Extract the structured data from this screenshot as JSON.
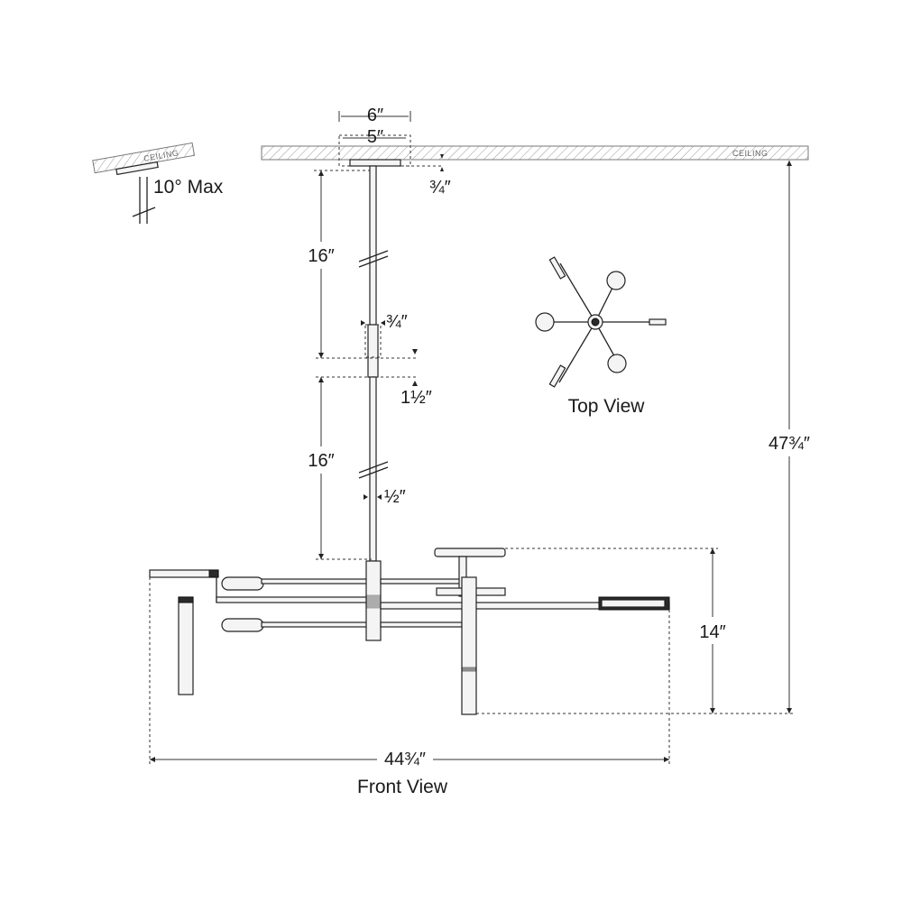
{
  "colors": {
    "line": "#222222",
    "hatch": "#888888",
    "background": "#ffffff"
  },
  "labels": {
    "ceiling_main": "CEILING",
    "ceiling_slope": "CEILING",
    "slope_max": "10° Max",
    "top_view": "Top View",
    "front_view": "Front View"
  },
  "dimensions": {
    "canopy_outer": "6″",
    "canopy_inner": "5″",
    "canopy_height": "¾″",
    "stem_upper": "16″",
    "coupler_width": "¾″",
    "coupler_length": "1½″",
    "stem_lower": "16″",
    "stem_diameter": "½″",
    "fixture_height": "14″",
    "overall_height": "47¾″",
    "overall_width": "44¾″"
  }
}
